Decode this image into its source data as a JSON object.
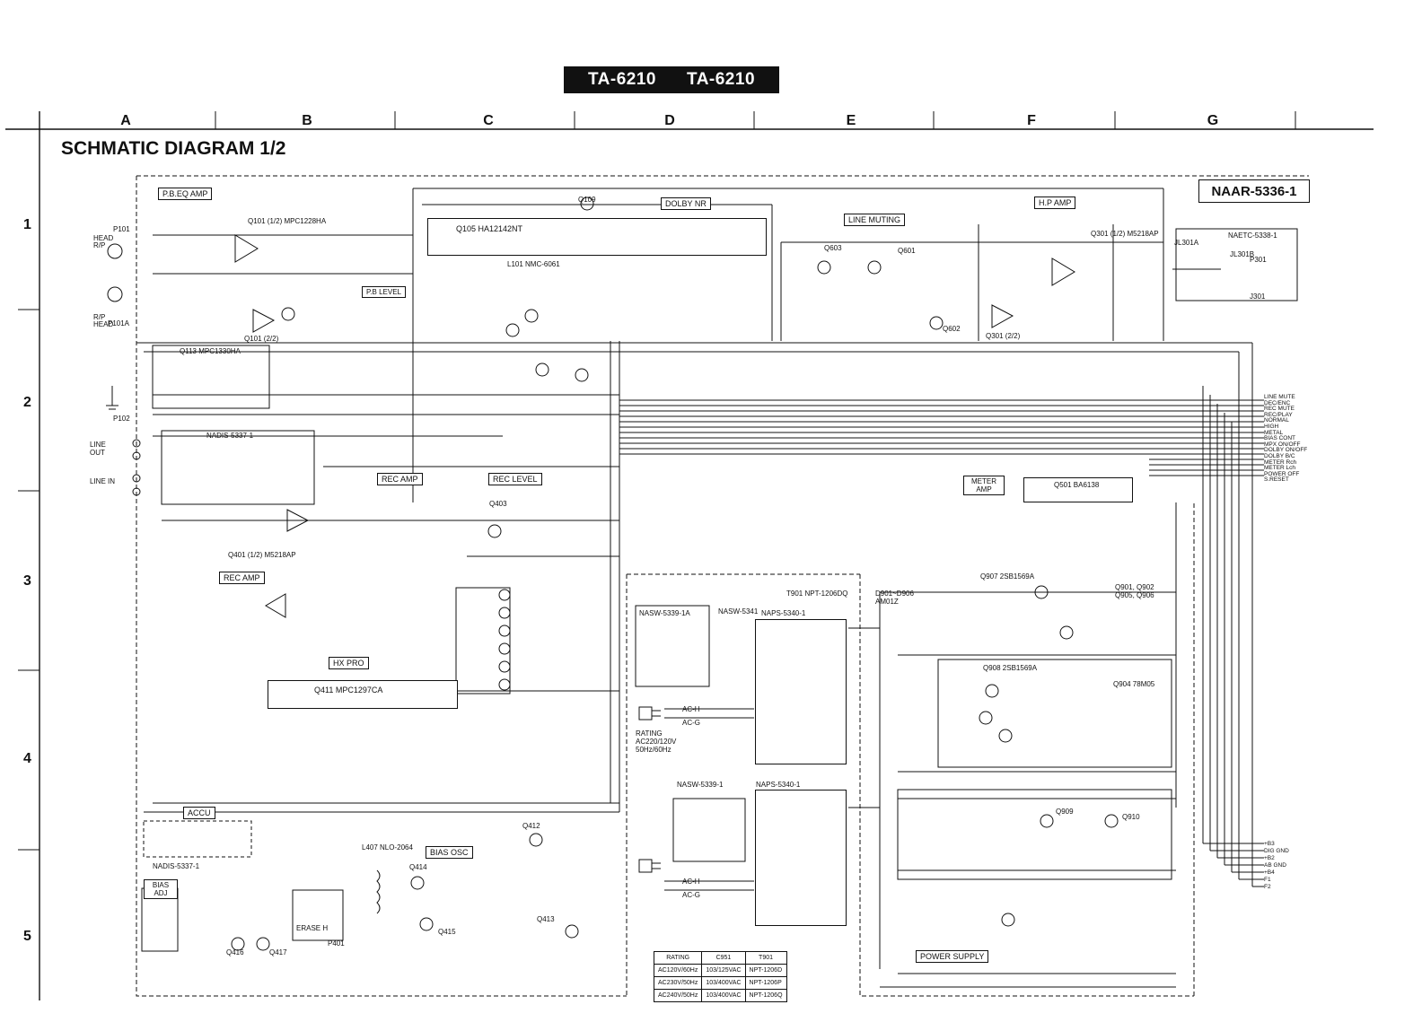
{
  "header": {
    "model_left": "TA-6210",
    "model_right": "TA-6210",
    "sheet_title": "SCHMATIC DIAGRAM 1/2",
    "board_ref": "NAAR-5336-1"
  },
  "grid": {
    "columns": [
      "A",
      "B",
      "C",
      "D",
      "E",
      "F",
      "G"
    ],
    "rows": [
      "1",
      "2",
      "3",
      "4",
      "5"
    ]
  },
  "sections": {
    "pb_eq_amp": "P.B.EQ AMP",
    "dolby_nr": "DOLBY NR",
    "line_muting": "LINE MUTING",
    "hp_amp": "H.P AMP",
    "rec_amp": "REC AMP",
    "rec_amp_2": "REC AMP",
    "rec_level": "REC LEVEL",
    "pb_level": "P.B LEVEL",
    "meter_amp": "METER AMP",
    "hx_pro": "HX PRO",
    "accu": "ACCU",
    "bias_osc": "BIAS OSC",
    "bias_adj": "BIAS ADJ",
    "power_supply": "POWER SUPPLY"
  },
  "components": {
    "q101": "Q101 (1/2) MPC1228HA",
    "q101b": "Q101 (2/2)",
    "q105": "Q105 HA12142NT",
    "q109": "Q109",
    "q113": "Q113 MPC1330HA",
    "q401": "Q401 (1/2) M5218AP",
    "q403": "Q403",
    "q411": "Q411 MPC1297CA",
    "q501": "Q501 BA6138",
    "q301": "Q301 (1/2) M5218AP",
    "q301b": "Q301 (2/2)",
    "q603": "Q603",
    "q601": "Q601",
    "q602": "Q602",
    "q907": "Q907 2SB1569A",
    "q908": "Q908 2SB1569A",
    "q904": "Q904 78M05",
    "q909": "Q909",
    "q910": "Q910",
    "q412": "Q412",
    "q413": "Q413",
    "q414": "Q414",
    "q415": "Q415",
    "q416": "Q416",
    "q417": "Q417",
    "l101": "L101 NMC-6061",
    "l407": "L407 NLO-2064",
    "t901_top": "T901 NPT-1206DQ",
    "naps_top": "NAPS-5340-1",
    "nasw_top": "NASW-5339-1A",
    "nasw_b": "NASW-5341",
    "nasw_bot": "NASW-5339-1",
    "naps_bot": "NAPS-5340-1",
    "naetc": "NAETC-5338-1",
    "nadis_top": "NADIS-5337-1",
    "nadis_bot": "NADIS-5337-1",
    "p101": "P101",
    "p101a": "P101A",
    "p102": "P102",
    "p301": "P301",
    "p401": "P401",
    "jl301a": "JL301A",
    "jl301b": "JL301B",
    "j301": "J301",
    "erase_head": "ERASE H",
    "head_rp": "HEAD R/P",
    "head_rp2": "R/P HEAD",
    "line_out": "LINE OUT",
    "line_in": "LINE IN",
    "d901": "D901~D906 AM01Z",
    "q901_list": "Q901, Q902 Q905, Q906",
    "rating_note": "RATING AC220/120V 50Hz/60Hz",
    "ac_h": "AC-H",
    "ac_g": "AC-G"
  },
  "rating_table": {
    "headers": [
      "RATING",
      "C951",
      "T901"
    ],
    "rows": [
      [
        "AC120V/60Hz",
        "103/125VAC",
        "NPT-1206D"
      ],
      [
        "AC230V/50Hz",
        "103/400VAC",
        "NPT-1206P"
      ],
      [
        "AC240V/50Hz",
        "103/400VAC",
        "NPT-1206Q"
      ]
    ]
  },
  "signal_lines": [
    "LINE MUTE",
    "DEC/ENC",
    "REC MUTE",
    "REC/PLAY",
    "NORMAL",
    "HIGH",
    "METAL",
    "BIAS CONT",
    "MPX ON/OFF",
    "DOLBY ON/OFF",
    "DOLBY B/C",
    "METER Rch",
    "METER Lch",
    "POWER OFF",
    "S.RESET"
  ],
  "power_lines": [
    "+B3",
    "DIG GND",
    "+B2",
    "AB GND",
    "+B4",
    "F1",
    "F2"
  ]
}
